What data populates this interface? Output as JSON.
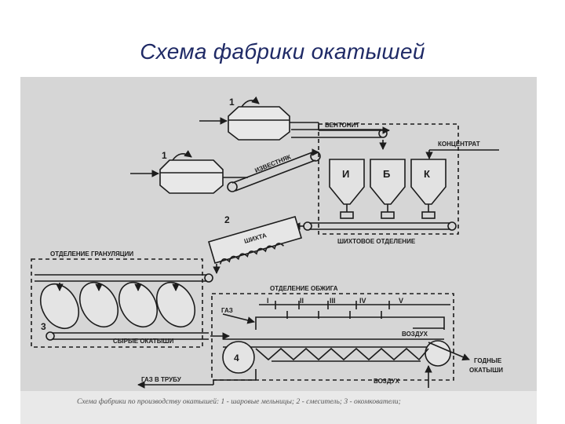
{
  "slide": {
    "title": "Схема фабрики окатышей"
  },
  "diagram": {
    "labels": {
      "bentonite": "БЕНТОНИТ",
      "limestone": "ИЗВЕСТНЯК",
      "concentrate": "КОНЦЕНТРАТ",
      "bin_i": "И",
      "bin_b": "Б",
      "bin_k": "К",
      "charge": "ШИХТА",
      "charge_department": "ШИХТОВОЕ ОТДЕЛЕНИЕ",
      "granulation_department": "ОТДЕЛЕНИЕ ГРАНУЛЯЦИИ",
      "green_pellets": "СЫРЫЕ ОКАТЫШИ",
      "firing_department": "ОТДЕЛЕНИЕ ОБЖИГА",
      "gas": "ГАЗ",
      "gas_to_pipe": "ГАЗ В ТРУБУ",
      "air_top": "ВОЗДУХ",
      "air_bottom": "ВОЗДУХ",
      "finished_1": "ГОДНЫЕ",
      "finished_2": "ОКАТЫШИ"
    },
    "zones": [
      "I",
      "II",
      "III",
      "IV",
      "V"
    ],
    "numbers": {
      "mill_top": "1",
      "mill_bottom": "1",
      "mixer": "2",
      "pelletizer": "3",
      "machine": "4"
    },
    "caption": "Схема фабрики по производству окатышей: 1 - шаровые мельницы; 2 - смеситель; 3 - окомкователи;"
  }
}
